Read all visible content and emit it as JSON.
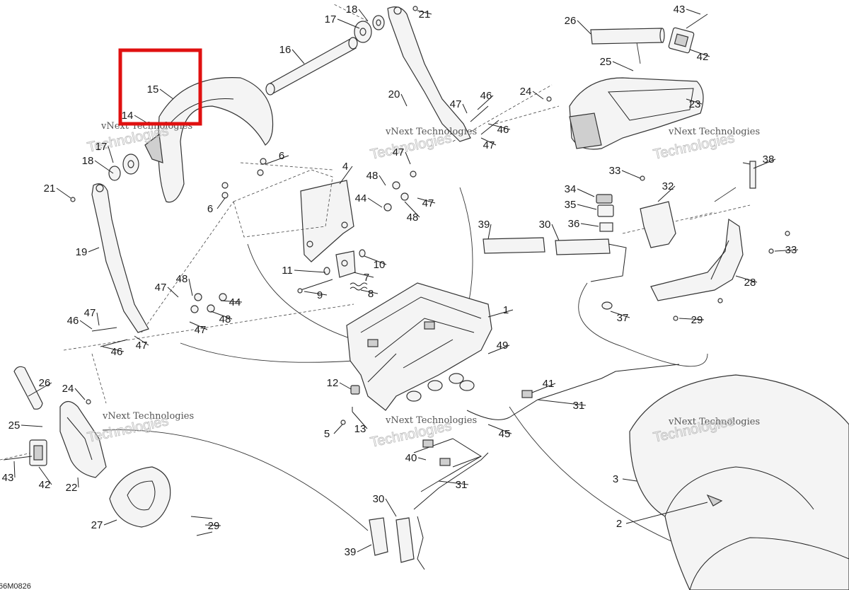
{
  "diagram": {
    "reference_code": "66M0826",
    "watermark_text": "vNext Technologies",
    "watermark_outline_text": "Technologies",
    "highlight_color": "#e01010",
    "callouts": [
      "1",
      "2",
      "3",
      "4",
      "5",
      "6",
      "6",
      "7",
      "8",
      "9",
      "10",
      "11",
      "12",
      "13",
      "14",
      "15",
      "16",
      "17",
      "17",
      "18",
      "18",
      "19",
      "20",
      "21",
      "21",
      "22",
      "23",
      "24",
      "24",
      "25",
      "25",
      "26",
      "26",
      "27",
      "28",
      "29",
      "29",
      "30",
      "30",
      "31",
      "31",
      "32",
      "33",
      "33",
      "34",
      "35",
      "36",
      "37",
      "38",
      "39",
      "39",
      "40",
      "41",
      "42",
      "42",
      "43",
      "43",
      "44",
      "44",
      "45",
      "46",
      "46",
      "46",
      "46",
      "47",
      "47",
      "47",
      "47",
      "47",
      "47",
      "47",
      "47",
      "48",
      "48",
      "48",
      "48",
      "49"
    ]
  }
}
